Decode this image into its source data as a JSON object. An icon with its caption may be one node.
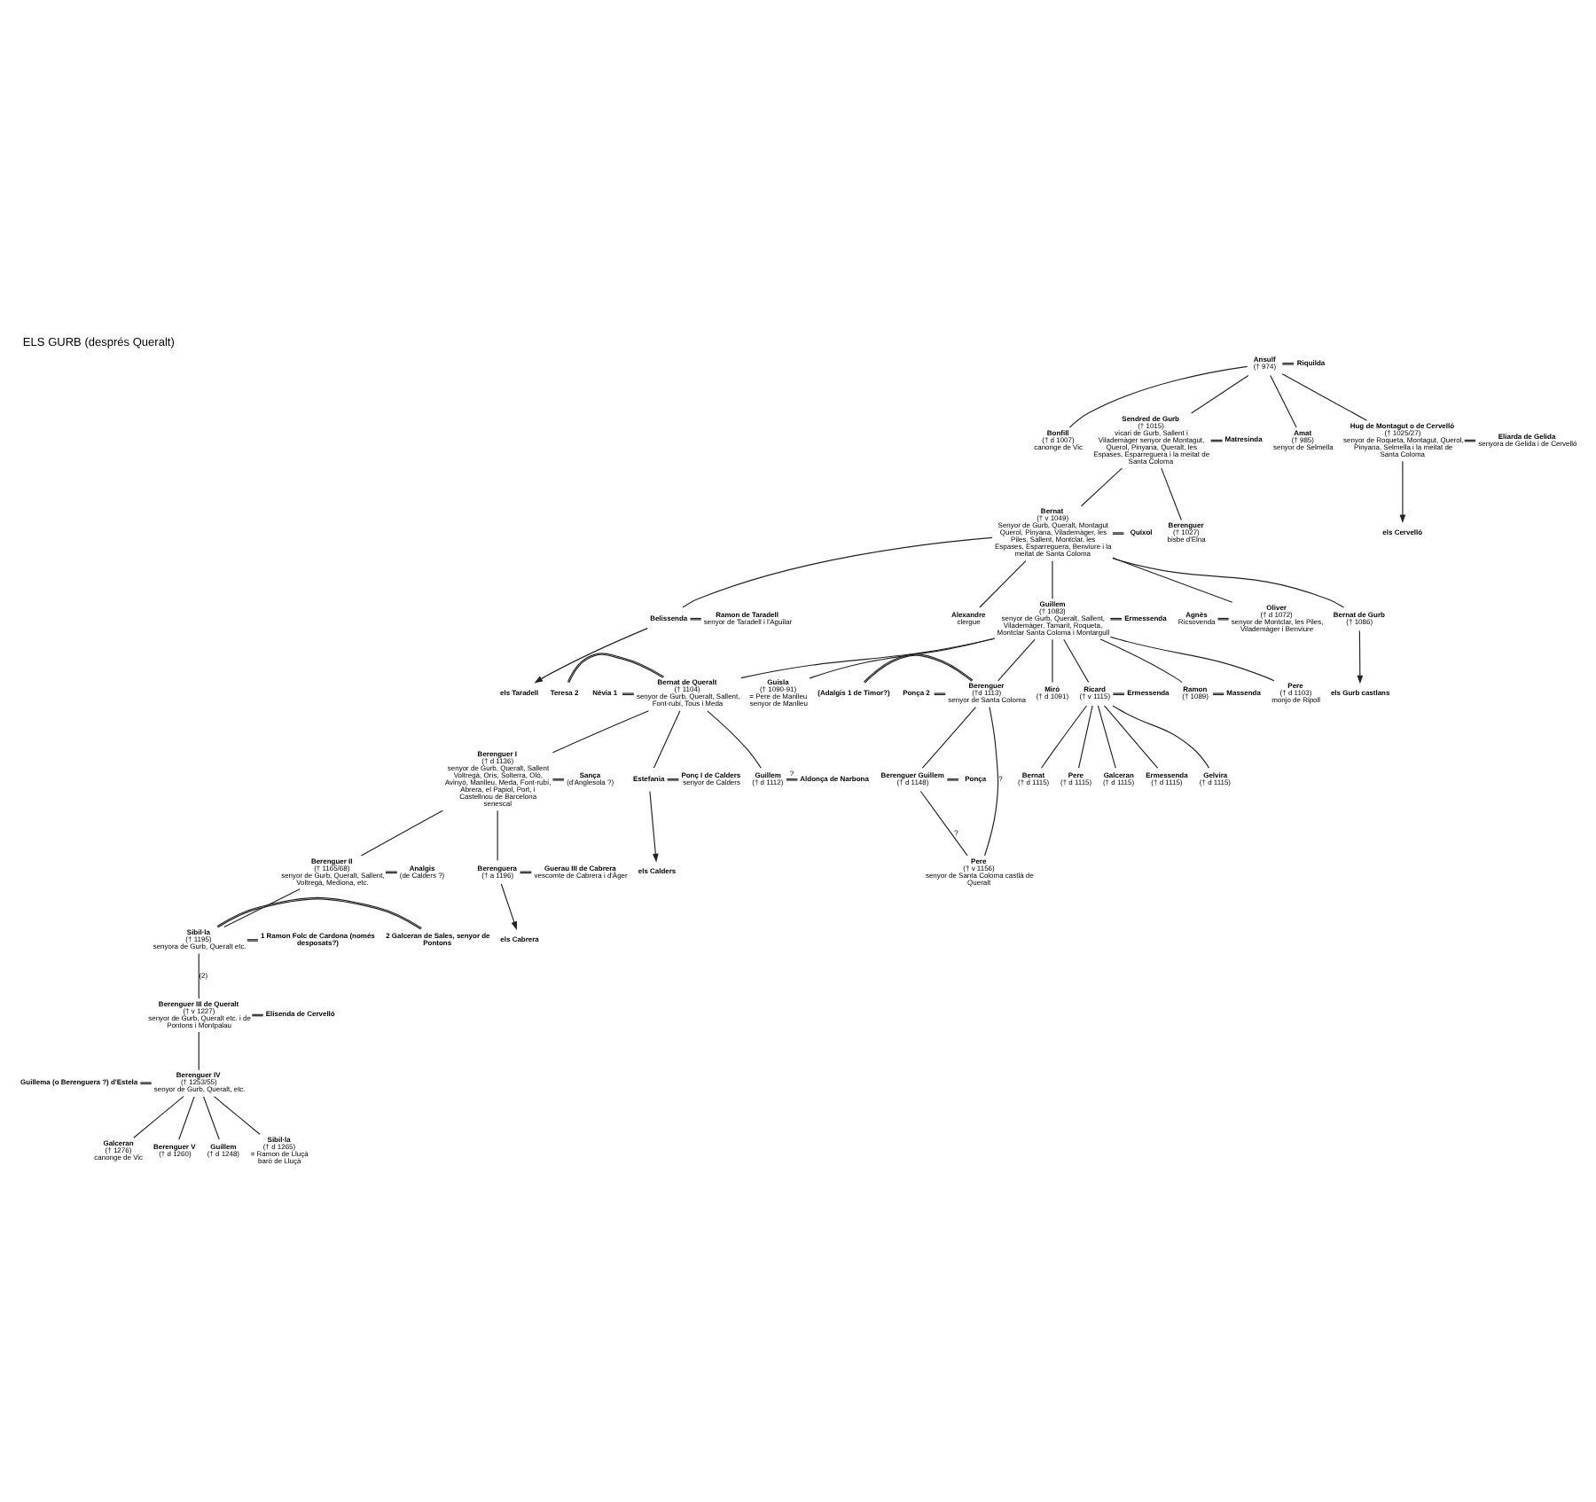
{
  "diagram": {
    "title": "ELS GURB (després Queralt)",
    "nodes": [
      {
        "text": [
          "Ansulf",
          "(† 974)"
        ]
      },
      {
        "text": [
          "Riquilda"
        ]
      },
      {
        "text": [
          "Bonfill",
          "(† d 1007)",
          "canonge de Vic"
        ]
      },
      {
        "text": [
          "Sendred de Gurb",
          "(† 1015)",
          "vicari de Gurb, Sallent i Vilademàger senyor de Montagut, Querol, Pinyana, Queralt, les Espases, Esparreguera i la meitat de Santa Coloma"
        ]
      },
      {
        "text": [
          "Matresinda"
        ]
      },
      {
        "text": [
          "Amat",
          "(† 985)",
          "senyor de Selmella"
        ]
      },
      {
        "text": [
          "Hug de Montagut o de Cervelló",
          "(† 1025/27)",
          "senyor de Roqueta, Montagut, Querol, Pinyana, Selmella i la meitat de Santa Coloma"
        ]
      },
      {
        "text": [
          "Eliarda de Gelida",
          "senyora de Gelida i de Cervelló"
        ]
      },
      {
        "text": [
          "els Cervelló"
        ]
      },
      {
        "text": [
          "Berenguer",
          "(† 1027)",
          "bisbe d'Elna"
        ]
      },
      {
        "text": [
          "Bernat",
          "(† v 1049)",
          "Senyor de Gurb, Queralt, Montagut Querol, Pinyana, Vilademàger, les Piles, Sallent, Montclar, les Espases, Esparreguera, Benviure i la meitat de Santa Coloma"
        ]
      },
      {
        "text": [
          "Quíxol"
        ]
      },
      {
        "text": [
          "Belissenda"
        ]
      },
      {
        "text": [
          "Ramon de Taradell",
          "senyor de Taradell i l'Aguilar"
        ]
      },
      {
        "text": [
          "els Taradell"
        ]
      },
      {
        "text": [
          "Alexandre",
          "clergue"
        ]
      },
      {
        "text": [
          "Guillem",
          "(† 1083)",
          "senyor de Gurb, Queralt, Sallent, Vilademàger, Tamarit, Roqueta, Montclar Santa Coloma i Montargull"
        ]
      },
      {
        "text": [
          "Ermessenda"
        ]
      },
      {
        "text": [
          "Agnès",
          "Ricsovenda"
        ]
      },
      {
        "text": [
          "Oliver",
          "(† d 1072)",
          "senyor de Montclar, les Piles, Vilademàger i Benviure"
        ]
      },
      {
        "text": [
          "Bernat de Gurb",
          "(† 1086)"
        ]
      },
      {
        "text": [
          "els Gurb castlans"
        ]
      },
      {
        "text": [
          "Ramon",
          "(† 1089)"
        ]
      },
      {
        "text": [
          "Massenda"
        ]
      },
      {
        "text": [
          "Pere",
          "(† d 1103)",
          "monjo de Ripoll"
        ]
      },
      {
        "text": [
          "Nèvia 1"
        ]
      },
      {
        "text": [
          "Teresa 2"
        ]
      },
      {
        "text": [
          "Bernat de Queralt",
          "(† 1104)",
          "senyor de Gurb, Queralt, Sallent, Font-rubí, Tous i Meda"
        ]
      },
      {
        "text": [
          "Guisla",
          "(† 1090-91)",
          "= Pere de Manlleu",
          "senyor de Manlleu"
        ]
      },
      {
        "text": [
          "(Adalgis 1 de Timor?)"
        ]
      },
      {
        "text": [
          "Ponça 2"
        ]
      },
      {
        "text": [
          "Berenguer",
          "(†d 1113)",
          "senyor de Santa Coloma"
        ]
      },
      {
        "text": [
          "Miró",
          "(† d 1091)"
        ]
      },
      {
        "text": [
          "Ricard",
          "(† v 1115)"
        ]
      },
      {
        "text": [
          "Ermessenda"
        ]
      },
      {
        "text": [
          "Guillem",
          "(† d 1112)"
        ]
      },
      {
        "text": [
          "Aldonça de Narbona"
        ]
      },
      {
        "text": [
          "Berenguer I",
          "(† d 1136)",
          "senyor de Gurb, Queralt, Sallent Voltregà, Orís, Solterra, Oló, Avinyó, Manlleu, Meda, Font-rubí, Abrera, el Papiol, Port, i Castellnou de Barcelona",
          "senescal"
        ]
      },
      {
        "text": [
          "Sança",
          "(d'Anglesola ?)"
        ]
      },
      {
        "text": [
          "Estefania"
        ]
      },
      {
        "text": [
          "Ponç I de Calders",
          "senyor de Calders"
        ]
      },
      {
        "text": [
          "els Calders"
        ]
      },
      {
        "text": [
          "Berenguer Guillem",
          "(† d 1148)"
        ]
      },
      {
        "text": [
          "Ponça"
        ]
      },
      {
        "text": [
          "Bernat",
          "(† d 1115)"
        ]
      },
      {
        "text": [
          "Pere",
          "(† d 1115)"
        ]
      },
      {
        "text": [
          "Galceran",
          "(† d 1115)"
        ]
      },
      {
        "text": [
          "Ermessenda",
          "(† d 1115)"
        ]
      },
      {
        "text": [
          "Gelvira",
          "(† d 1115)"
        ]
      },
      {
        "text": [
          "Berenguera",
          "(† a 1196)"
        ]
      },
      {
        "text": [
          "Guerau III de Cabrera",
          "vescomte de Cabrera i d'Àger"
        ]
      },
      {
        "text": [
          "els Cabrera"
        ]
      },
      {
        "text": [
          "Berenguer II",
          "(† 1165/68)",
          "senyor de Gurb, Queralt, Sallent, Voltregà, Mediona, etc."
        ]
      },
      {
        "text": [
          "Analgis",
          "(de Calders ?)"
        ]
      },
      {
        "text": [
          "Pere",
          "(† v 1156)",
          "senyor de Santa Coloma castlà de Queralt"
        ]
      },
      {
        "text": [
          "Sibil·la",
          "(† 1195)",
          "senyora de Gurb, Queralt etc."
        ]
      },
      {
        "text": [
          "1 Ramon Folc de Cardona (només desposats?)"
        ]
      },
      {
        "text": [
          "2 Galceran de Sales, senyor de Pontons"
        ]
      },
      {
        "text": [
          "Berenguer III de Queralt",
          "(† v 1227)",
          "senyor de Gurb, Queralt etc. i de Pontons i Montpalau"
        ]
      },
      {
        "text": [
          "Elisenda de Cervelló"
        ]
      },
      {
        "text": [
          "Guillema (o Berenguera ?) d'Estela"
        ]
      },
      {
        "text": [
          "Berenguer IV",
          "(† 1253/55)",
          "senyor de Gurb, Queralt, etc."
        ]
      },
      {
        "text": [
          "Galceran",
          "(† 1276)",
          "canonge de Vic"
        ]
      },
      {
        "text": [
          "Berenguer V",
          "(† d 1260)"
        ]
      },
      {
        "text": [
          "Guillem",
          "(† d 1248)"
        ]
      },
      {
        "text": [
          "Sibil·la",
          "(† d 1265)",
          "= Ramon de Lluçà",
          "baró de Lluçà"
        ]
      }
    ],
    "edges": [
      {
        "from": 0,
        "to": 1,
        "arrow": "none"
      },
      {
        "from": 0,
        "to": 2,
        "arrow": "none"
      },
      {
        "from": 0,
        "to": 3,
        "arrow": "none"
      },
      {
        "from": 0,
        "to": 5,
        "arrow": "none"
      },
      {
        "from": 0,
        "to": 6,
        "arrow": "none"
      },
      {
        "from": 3,
        "to": 4,
        "arrow": "none"
      },
      {
        "from": 6,
        "to": 7,
        "arrow": "none"
      },
      {
        "from": 6,
        "to": 8,
        "arrow": "to"
      },
      {
        "from": 3,
        "to": 9,
        "arrow": "none"
      },
      {
        "from": 3,
        "to": 10,
        "arrow": "none"
      },
      {
        "from": 10,
        "to": 11,
        "arrow": "none"
      },
      {
        "from": 10,
        "to": 12,
        "arrow": "none"
      },
      {
        "from": 10,
        "to": 15,
        "arrow": "none"
      },
      {
        "from": 10,
        "to": 16,
        "arrow": "none"
      },
      {
        "from": 10,
        "to": 19,
        "arrow": "none"
      },
      {
        "from": 10,
        "to": 20,
        "arrow": "none"
      },
      {
        "from": 12,
        "to": 13,
        "arrow": "none"
      },
      {
        "from": 12,
        "to": 14,
        "arrow": "to"
      },
      {
        "from": 16,
        "to": 17,
        "arrow": "none"
      },
      {
        "from": 18,
        "to": 19,
        "arrow": "none"
      },
      {
        "from": 20,
        "to": 21,
        "arrow": "to"
      },
      {
        "from": 16,
        "to": 22,
        "arrow": "none"
      },
      {
        "from": 16,
        "to": 24,
        "arrow": "none"
      },
      {
        "from": 16,
        "to": 27,
        "arrow": "none"
      },
      {
        "from": 16,
        "to": 28,
        "arrow": "none"
      },
      {
        "from": 16,
        "to": 31,
        "arrow": "none"
      },
      {
        "from": 16,
        "to": 32,
        "arrow": "none"
      },
      {
        "from": 16,
        "to": 33,
        "arrow": "none"
      },
      {
        "from": 22,
        "to": 23,
        "arrow": "none"
      },
      {
        "from": 25,
        "to": 27,
        "arrow": "none"
      },
      {
        "from": 26,
        "to": 27,
        "arrow": "none"
      },
      {
        "from": 29,
        "to": 31,
        "arrow": "none"
      },
      {
        "from": 30,
        "to": 31,
        "arrow": "none"
      },
      {
        "from": 33,
        "to": 34,
        "arrow": "none"
      },
      {
        "from": 27,
        "to": 35,
        "arrow": "none"
      },
      {
        "from": 27,
        "to": 37,
        "arrow": "none"
      },
      {
        "from": 27,
        "to": 39,
        "arrow": "none"
      },
      {
        "from": 35,
        "to": 36,
        "label": "?",
        "arrow": "none"
      },
      {
        "from": 37,
        "to": 38,
        "arrow": "none"
      },
      {
        "from": 39,
        "to": 40,
        "arrow": "none"
      },
      {
        "from": 39,
        "to": 41,
        "arrow": "to"
      },
      {
        "from": 31,
        "to": 42,
        "arrow": "none"
      },
      {
        "from": 42,
        "to": 43,
        "arrow": "none"
      },
      {
        "from": 31,
        "to": 54,
        "label": "?",
        "arrow": "none"
      },
      {
        "from": 42,
        "to": 54,
        "label": "?",
        "arrow": "none"
      },
      {
        "from": 33,
        "to": 44,
        "arrow": "none"
      },
      {
        "from": 33,
        "to": 45,
        "arrow": "none"
      },
      {
        "from": 33,
        "to": 46,
        "arrow": "none"
      },
      {
        "from": 33,
        "to": 47,
        "arrow": "none"
      },
      {
        "from": 33,
        "to": 48,
        "arrow": "none"
      },
      {
        "from": 37,
        "to": 49,
        "arrow": "none"
      },
      {
        "from": 37,
        "to": 52,
        "arrow": "none"
      },
      {
        "from": 49,
        "to": 50,
        "arrow": "none"
      },
      {
        "from": 49,
        "to": 51,
        "arrow": "to"
      },
      {
        "from": 52,
        "to": 53,
        "arrow": "none"
      },
      {
        "from": 52,
        "to": 55,
        "arrow": "none"
      },
      {
        "from": 55,
        "to": 56,
        "arrow": "none"
      },
      {
        "from": 55,
        "to": 57,
        "arrow": "none"
      },
      {
        "from": 55,
        "to": 58,
        "label": "(2)",
        "arrow": "none"
      },
      {
        "from": 58,
        "to": 59,
        "arrow": "none"
      },
      {
        "from": 58,
        "to": 61,
        "arrow": "none"
      },
      {
        "from": 60,
        "to": 61,
        "arrow": "none"
      },
      {
        "from": 61,
        "to": 62,
        "arrow": "none"
      },
      {
        "from": 61,
        "to": 63,
        "arrow": "none"
      },
      {
        "from": 61,
        "to": 64,
        "arrow": "none"
      },
      {
        "from": 61,
        "to": 65,
        "arrow": "none"
      }
    ]
  }
}
